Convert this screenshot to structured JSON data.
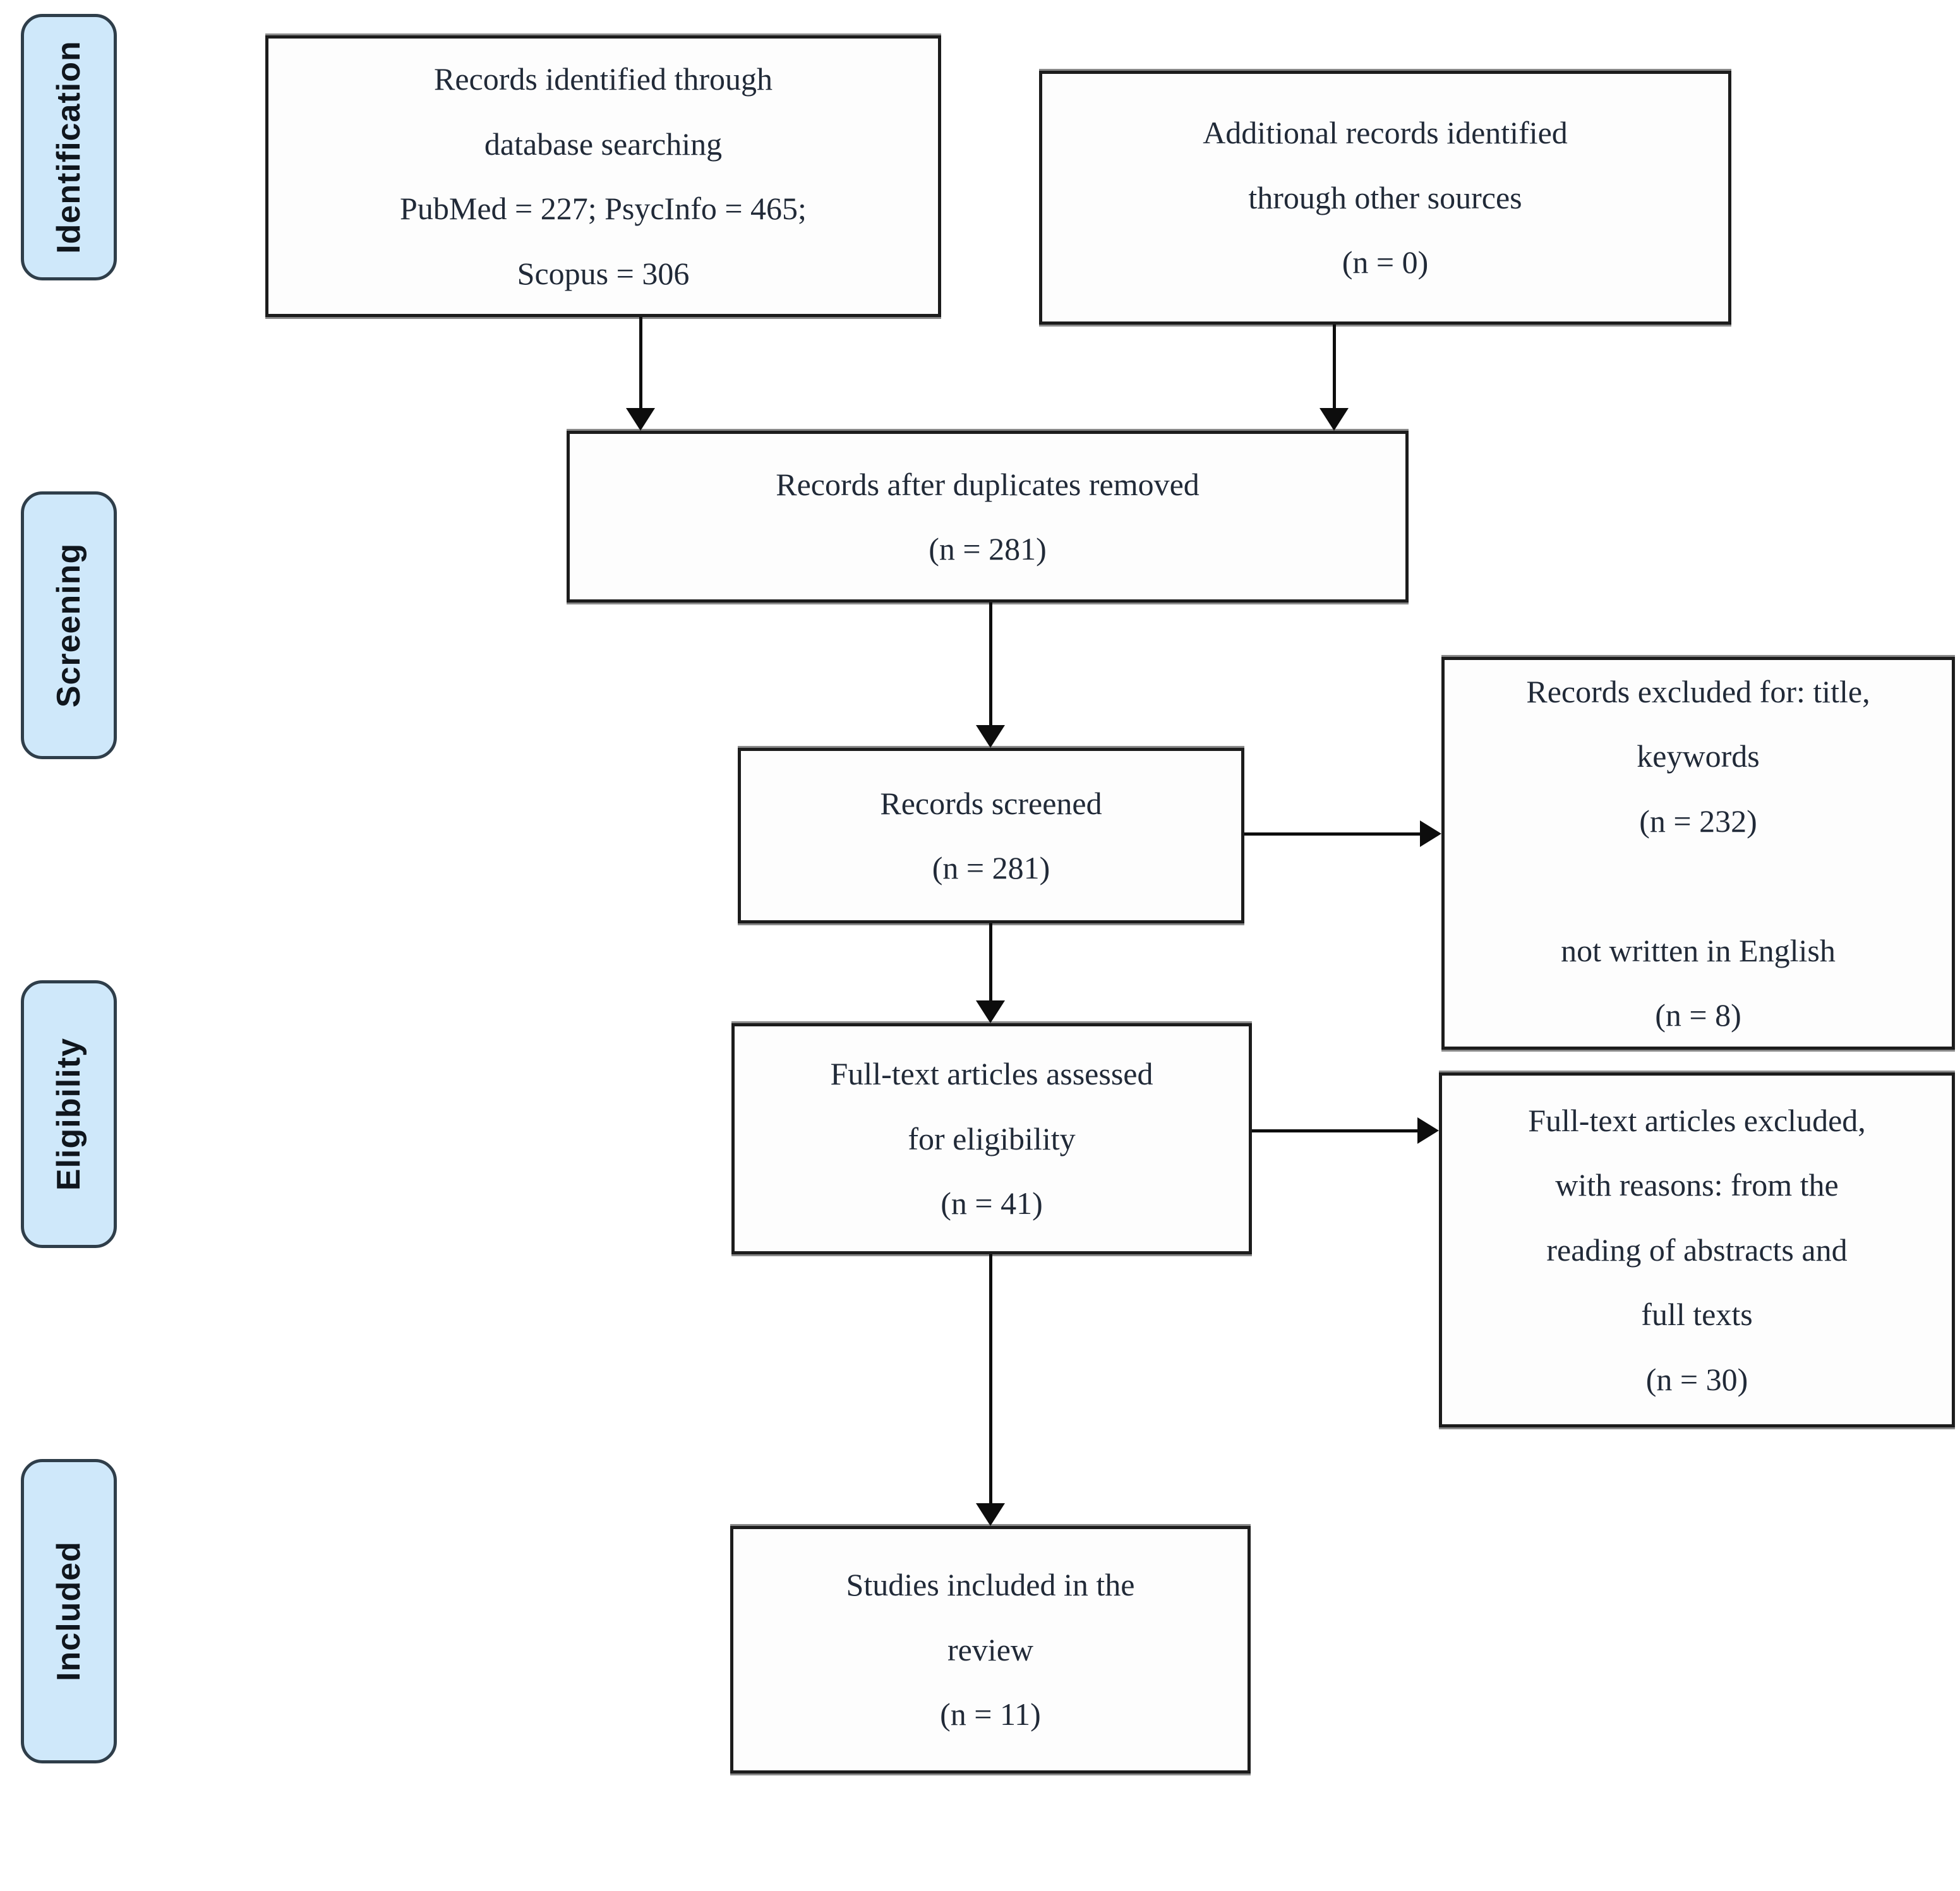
{
  "sidebar": {
    "stages": [
      {
        "label": "Identification"
      },
      {
        "label": "Screening"
      },
      {
        "label": "Eligibility"
      },
      {
        "label": "Included"
      }
    ]
  },
  "nodes": {
    "records_identified": {
      "text": "Records identified through\ndatabase searching\nPubMed = 227; PsycInfo = 465;\nScopus = 306"
    },
    "additional_records": {
      "text": "Additional records identified\nthrough other sources\n(n = 0)"
    },
    "after_duplicates": {
      "text": "Records after duplicates removed\n(n = 281)"
    },
    "records_screened": {
      "text": "Records screened\n(n = 281)"
    },
    "records_excluded": {
      "text": "Records excluded for: title,\nkeywords\n(n = 232)\n\nnot written in English\n(n = 8)"
    },
    "fulltext_assessed": {
      "text": "Full-text articles assessed\nfor eligibility\n(n = 41)"
    },
    "fulltext_excluded": {
      "text": "Full-text articles excluded,\nwith reasons: from the\nreading of abstracts and\nfull texts\n(n = 30)"
    },
    "studies_included": {
      "text": "Studies included in the\nreview\n(n = 11)"
    }
  },
  "counts": {
    "pubmed": 227,
    "psycinfo": 465,
    "scopus": 306,
    "additional_sources": 0,
    "after_duplicates": 281,
    "screened": 281,
    "excluded_title_keywords": 232,
    "excluded_not_english": 8,
    "fulltext_assessed": 41,
    "fulltext_excluded": 30,
    "included_in_review": 11
  },
  "colors": {
    "stage_fill": "#cfe8fa",
    "stage_border": "#2f3e4a",
    "node_fill": "#fdfdfd",
    "node_border": "#1c1c1c",
    "arrow": "#0d0d0d",
    "text": "#212a38"
  }
}
